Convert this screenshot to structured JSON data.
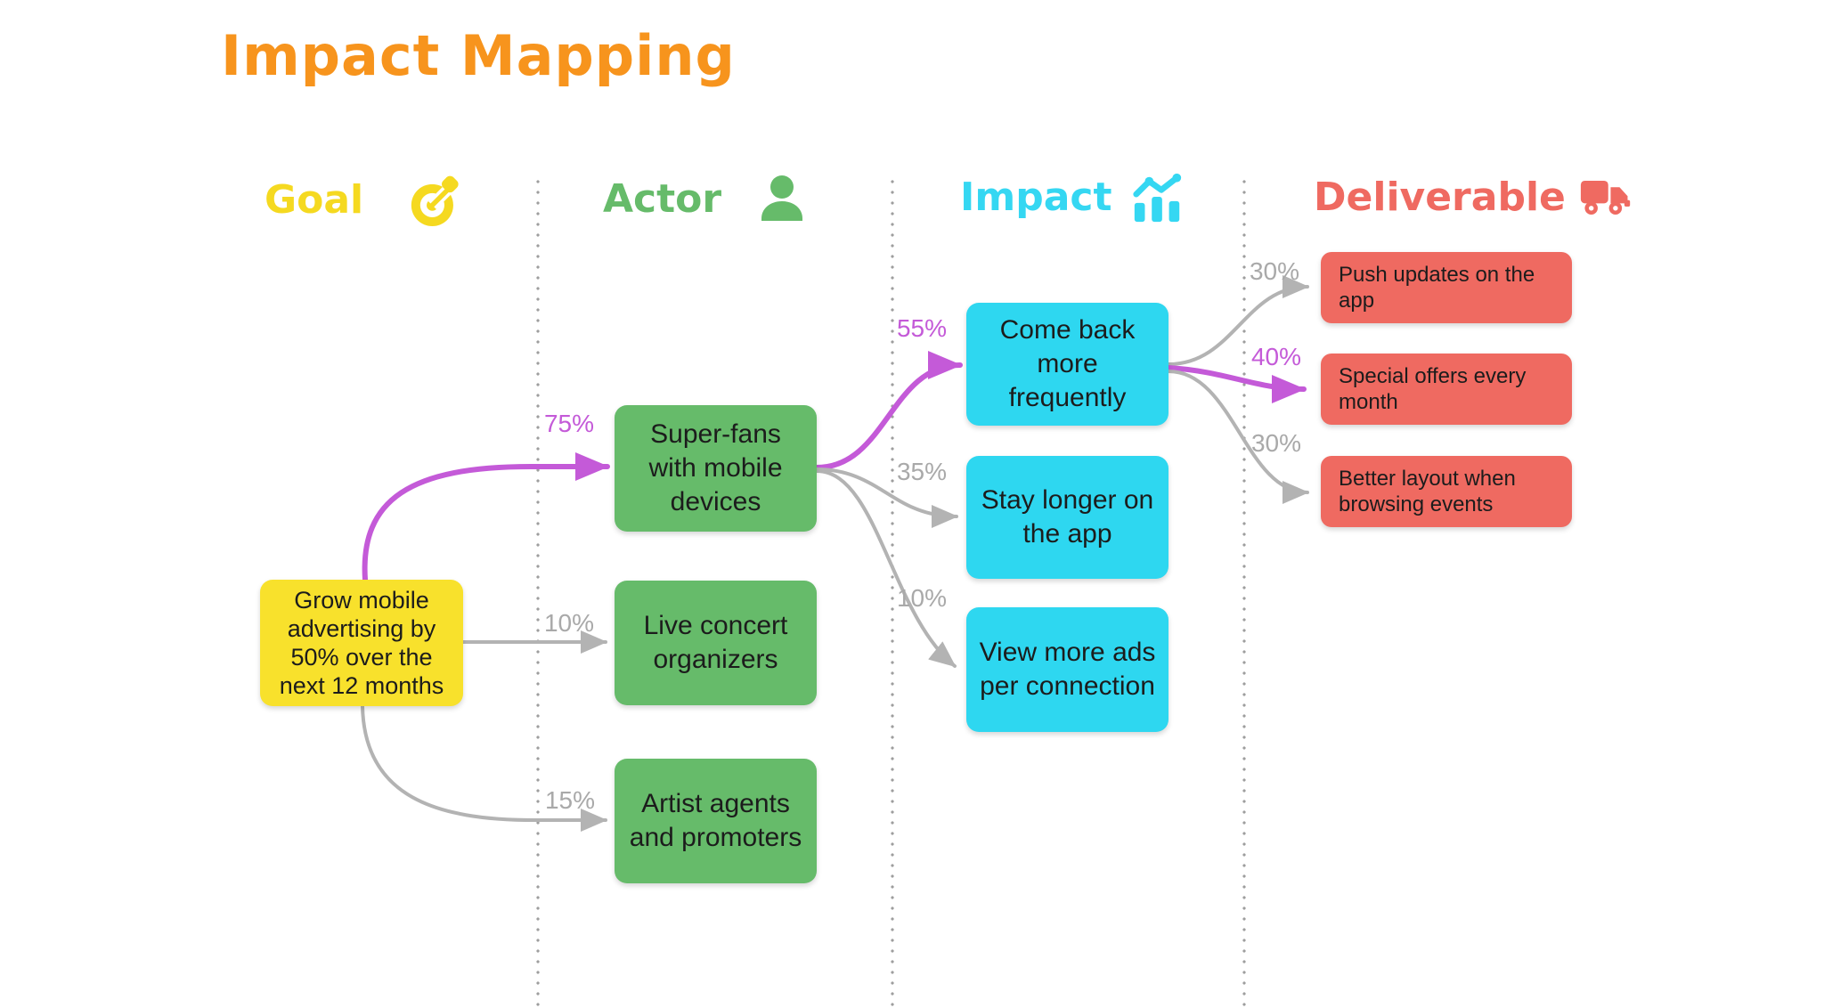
{
  "title": "Impact Mapping",
  "columns": [
    {
      "label": "Goal",
      "icon": "target-icon"
    },
    {
      "label": "Actor",
      "icon": "person-icon"
    },
    {
      "label": "Impact",
      "icon": "bar-chart-icon"
    },
    {
      "label": "Deliverable",
      "icon": "truck-icon"
    }
  ],
  "goal": {
    "text": "Grow mobile advertising by 50% over the next 12 months"
  },
  "actors": [
    {
      "text": "Super-fans with mobile devices"
    },
    {
      "text": "Live concert organizers"
    },
    {
      "text": "Artist agents and promoters"
    }
  ],
  "impacts": [
    {
      "text": "Come back more frequently"
    },
    {
      "text": "Stay longer on the app"
    },
    {
      "text": "View more ads per connection"
    }
  ],
  "deliverables": [
    {
      "text": "Push updates on the app"
    },
    {
      "text": "Special offers every month"
    },
    {
      "text": "Better layout when browsing events"
    }
  ],
  "edges": [
    {
      "from": "goal",
      "to": "actor-1",
      "label": "75%",
      "highlighted": true
    },
    {
      "from": "goal",
      "to": "actor-2",
      "label": "10%",
      "highlighted": false
    },
    {
      "from": "goal",
      "to": "actor-3",
      "label": "15%",
      "highlighted": false
    },
    {
      "from": "actor-1",
      "to": "impact-1",
      "label": "55%",
      "highlighted": true
    },
    {
      "from": "actor-1",
      "to": "impact-2",
      "label": "35%",
      "highlighted": false
    },
    {
      "from": "actor-1",
      "to": "impact-3",
      "label": "10%",
      "highlighted": false
    },
    {
      "from": "impact-1",
      "to": "deliverable-1",
      "label": "30%",
      "highlighted": false
    },
    {
      "from": "impact-1",
      "to": "deliverable-2",
      "label": "40%",
      "highlighted": true
    },
    {
      "from": "impact-1",
      "to": "deliverable-3",
      "label": "30%",
      "highlighted": false
    }
  ],
  "colors": {
    "title_orange": "#F7941D",
    "goal_yellow": "#F8E12C",
    "actor_green": "#66BB6A",
    "impact_cyan": "#2ED7F0",
    "deliverable_red": "#EF6A61",
    "highlight_purple": "#C45AD8",
    "muted_gray": "#B3B3B3"
  }
}
